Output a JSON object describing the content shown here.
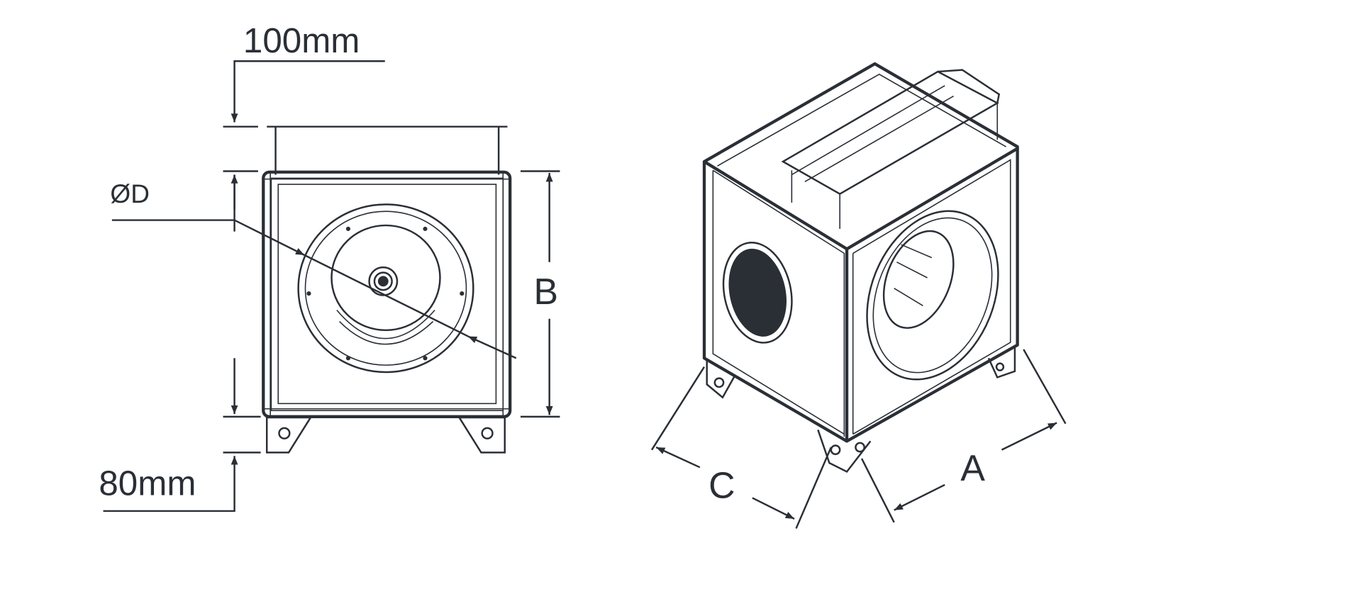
{
  "labels": {
    "top_offset": "100mm",
    "bottom_offset": "80mm",
    "diameter": "ØD",
    "height": "B",
    "width_a": "A",
    "depth_c": "C"
  },
  "colors": {
    "line": "#2a2f36",
    "fill_dark": "#2a2f36",
    "background": "#ffffff"
  }
}
